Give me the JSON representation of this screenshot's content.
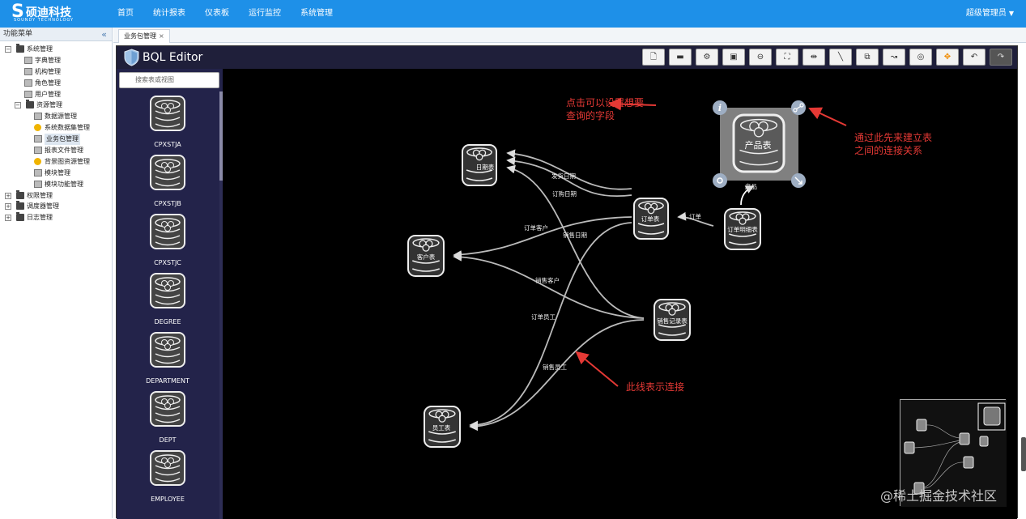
{
  "app": {
    "brand": "硕迪科技",
    "brand_sub": "SOUNDY TECHNOLOGY",
    "user": "超级管理员"
  },
  "nav": [
    "首页",
    "统计报表",
    "仪表板",
    "运行监控",
    "系统管理"
  ],
  "sidebar": {
    "title": "功能菜单",
    "tree": [
      {
        "label": "系统管理",
        "level": 0,
        "type": "folder",
        "expanded": true
      },
      {
        "label": "字典管理",
        "level": 1,
        "type": "item"
      },
      {
        "label": "机构管理",
        "level": 1,
        "type": "item"
      },
      {
        "label": "角色管理",
        "level": 1,
        "type": "item"
      },
      {
        "label": "用户管理",
        "level": 1,
        "type": "item"
      },
      {
        "label": "资源管理",
        "level": 1,
        "type": "folder",
        "expanded": true
      },
      {
        "label": "数据源管理",
        "level": 2,
        "type": "item"
      },
      {
        "label": "系统数据集管理",
        "level": 2,
        "type": "gear"
      },
      {
        "label": "业务包管理",
        "level": 2,
        "type": "item",
        "selected": true
      },
      {
        "label": "报表文件管理",
        "level": 2,
        "type": "item"
      },
      {
        "label": "背景图资源管理",
        "level": 2,
        "type": "gear"
      },
      {
        "label": "模块管理",
        "level": 2,
        "type": "item"
      },
      {
        "label": "模块功能管理",
        "level": 2,
        "type": "item"
      },
      {
        "label": "权限管理",
        "level": 0,
        "type": "folder",
        "expanded": false
      },
      {
        "label": "调度器管理",
        "level": 0,
        "type": "folder",
        "expanded": false
      },
      {
        "label": "日志管理",
        "level": 0,
        "type": "folder",
        "expanded": false
      }
    ]
  },
  "tabs": [
    {
      "label": "业务包管理",
      "close": "×"
    }
  ],
  "editor": {
    "title": "BQL Editor",
    "search_placeholder": "搜索表或视图",
    "toolbar_icons": [
      "new-icon",
      "open-icon",
      "settings-icon",
      "save-icon",
      "zoom-out-icon",
      "fit-icon",
      "filter-icon",
      "line-icon",
      "layout-icon",
      "route-icon",
      "target-icon",
      "compass-icon",
      "undo-icon",
      "redo-icon"
    ],
    "tables": [
      "CPXSTJA",
      "CPXSTJB",
      "CPXSTJC",
      "DEGREE",
      "DEPARTMENT",
      "DEPT",
      "EMPLOYEE"
    ]
  },
  "diagram": {
    "nodes": [
      {
        "id": "date",
        "label": "日期表"
      },
      {
        "id": "order",
        "label": "订单表"
      },
      {
        "id": "customer",
        "label": "客户表"
      },
      {
        "id": "sales",
        "label": "销售记录表"
      },
      {
        "id": "employee",
        "label": "员工表"
      },
      {
        "id": "orderdetail",
        "label": "订单明细表"
      },
      {
        "id": "product",
        "label": "产品表"
      }
    ],
    "edges": [
      {
        "label": "发货日期"
      },
      {
        "label": "订购日期"
      },
      {
        "label": "订单客户"
      },
      {
        "label": "销售日期"
      },
      {
        "label": "销售客户"
      },
      {
        "label": "订单员工"
      },
      {
        "label": "销售员工"
      },
      {
        "label": "订单"
      },
      {
        "label": "产品"
      }
    ],
    "annotations": {
      "field_hint": "点击可以设置想要\n查询的字段",
      "link_hint": "通过此先来建立表\n之间的连接关系",
      "line_hint": "此线表示连接"
    }
  },
  "watermark": "@稀土掘金技术社区",
  "colors": {
    "topbar": "#1e90e8",
    "annotation": "#e53935",
    "canvas": "#000000",
    "panel": "#23234a"
  }
}
